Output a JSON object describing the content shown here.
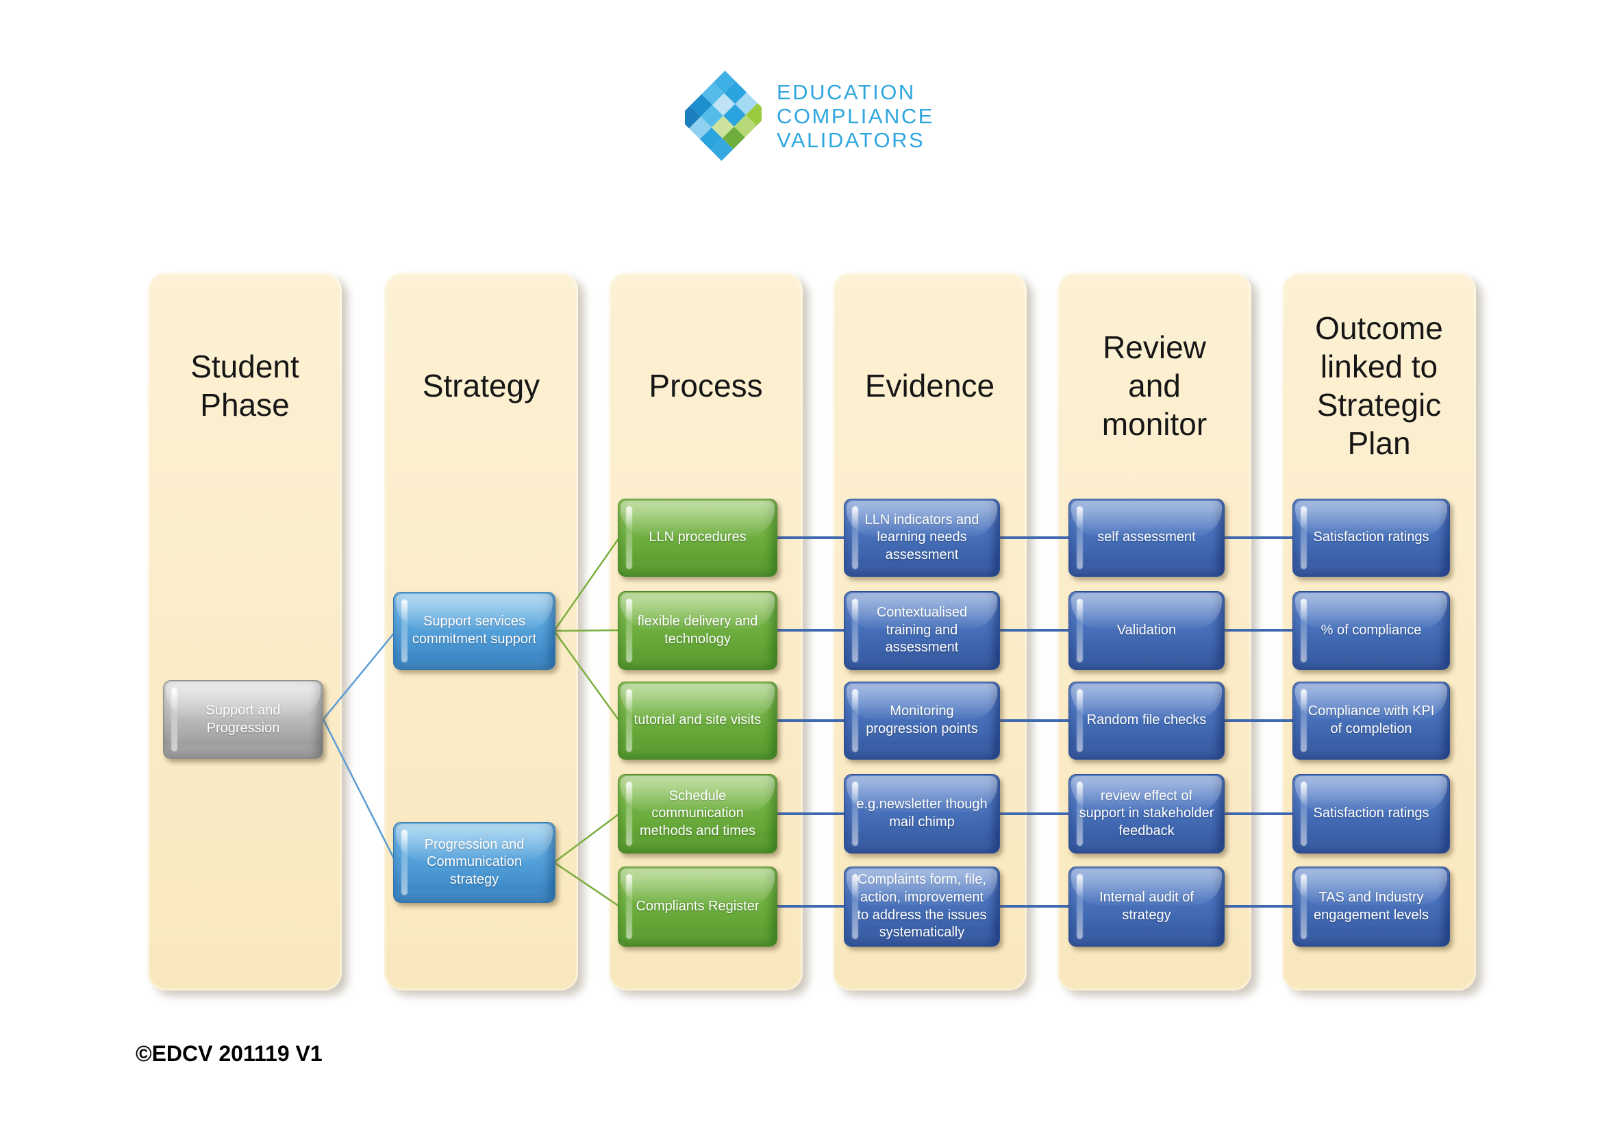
{
  "logo": {
    "text": "EDUCATION\nCOMPLIANCE\nVALIDATORS",
    "text_color": "#2FA6DE",
    "icon": "diamond-mosaic-icon"
  },
  "columns": [
    {
      "title": "Student\nPhase"
    },
    {
      "title": "Strategy"
    },
    {
      "title": "Process"
    },
    {
      "title": "Evidence"
    },
    {
      "title": "Review\nand\nmonitor"
    },
    {
      "title": "Outcome\nlinked to\nStrategic\nPlan"
    }
  ],
  "nodes": {
    "student_phase": {
      "label": "Support and Progression",
      "color": "#ACACAC"
    },
    "strategies": [
      {
        "label": "Support services commitment support",
        "color": "#4E9CD6"
      },
      {
        "label": "Progression and Communication strategy",
        "color": "#4E9CD6"
      }
    ],
    "rows": [
      {
        "process": "LLN procedures",
        "evidence": "LLN indicators and learning needs assessment",
        "review": "self assessment",
        "outcome": "Satisfaction ratings"
      },
      {
        "process": "flexible delivery and technology",
        "evidence": "Contextualised training and assessment",
        "review": "Validation",
        "outcome": "% of compliance"
      },
      {
        "process": "tutorial and site visits",
        "evidence": "Monitoring progression points",
        "review": "Random file checks",
        "outcome": "Compliance with KPI of completion"
      },
      {
        "process": "Schedule communication methods and times",
        "evidence": "e.g.newsletter though mail chimp",
        "review": "review effect of support in stakeholder feedback",
        "outcome": "Satisfaction ratings"
      },
      {
        "process": "Compliants Register",
        "evidence": "Complaints form, file, action, improvement to address the issues systematically",
        "review": "Internal audit of strategy",
        "outcome": "TAS and Industry engagement levels"
      }
    ]
  },
  "colors": {
    "panel": "#FBEDCA",
    "process_green": "#6FAE3E",
    "node_blue": "#4674C1",
    "strategy_blue": "#4E9CD6",
    "gray": "#ACACAC",
    "connector_row": "#3E68B0",
    "connector_strategy": "#5B9BD5",
    "connector_process": "#7CAE3E"
  },
  "footer": "©EDCV 201119 V1"
}
